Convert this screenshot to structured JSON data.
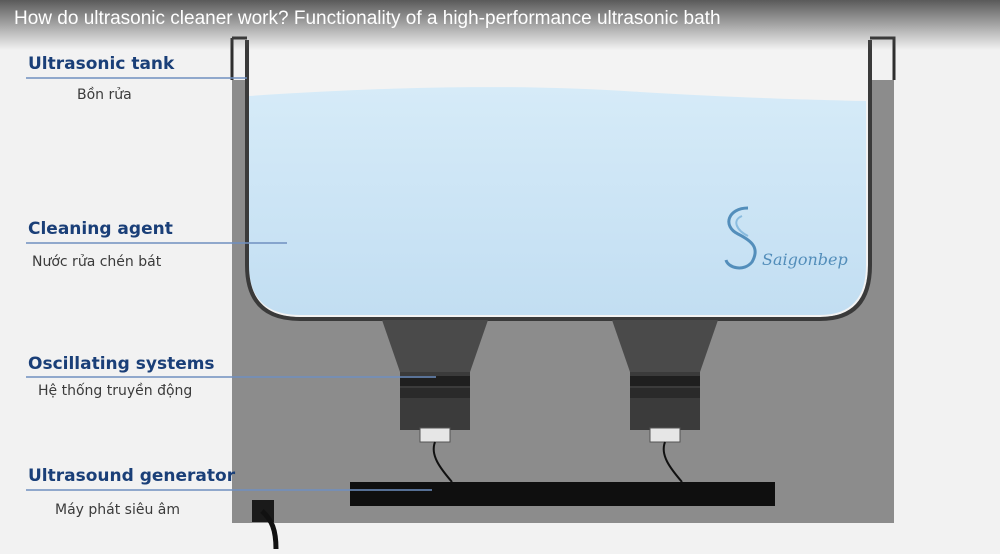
{
  "video_title": "How do ultrasonic cleaner work? Functionality of a high-performance ultrasonic bath",
  "labels": {
    "tank": {
      "en": "Ultrasonic tank",
      "vi": "Bồn rửa"
    },
    "agent": {
      "en": "Cleaning agent",
      "vi": "Nước rửa chén bát"
    },
    "oscillating": {
      "en": "Oscillating systems",
      "vi": "Hệ thống truyền động"
    },
    "generator": {
      "en": "Ultrasound generator",
      "vi": "Máy phát siêu âm"
    }
  },
  "watermark": {
    "text": "Saigonbep",
    "icon": "s-swirl-logo"
  },
  "colors": {
    "liquid": "#c8e3f5",
    "housing": "#8c8c8c",
    "label_en": "#1a3f78",
    "leader_line": "#6f8fc0"
  }
}
